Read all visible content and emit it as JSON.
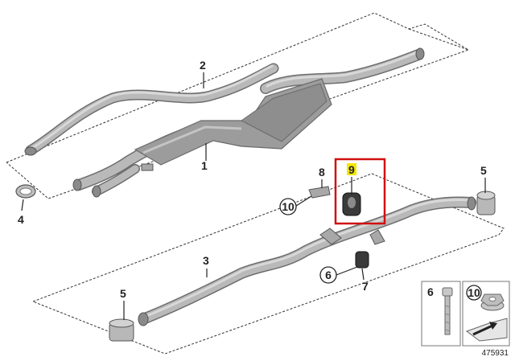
{
  "callouts": {
    "c1": "1",
    "c2": "2",
    "c3": "3",
    "c4": "4",
    "c5a": "5",
    "c5b": "5",
    "c6": "6",
    "c7": "7",
    "c8": "8",
    "c9": "9",
    "c10": "10"
  },
  "legend": {
    "item_bolt": "6",
    "item_nut": "10"
  },
  "reference_number": "475931",
  "highlight_color": "#d01010",
  "label_highlight_color": "#f5e600"
}
